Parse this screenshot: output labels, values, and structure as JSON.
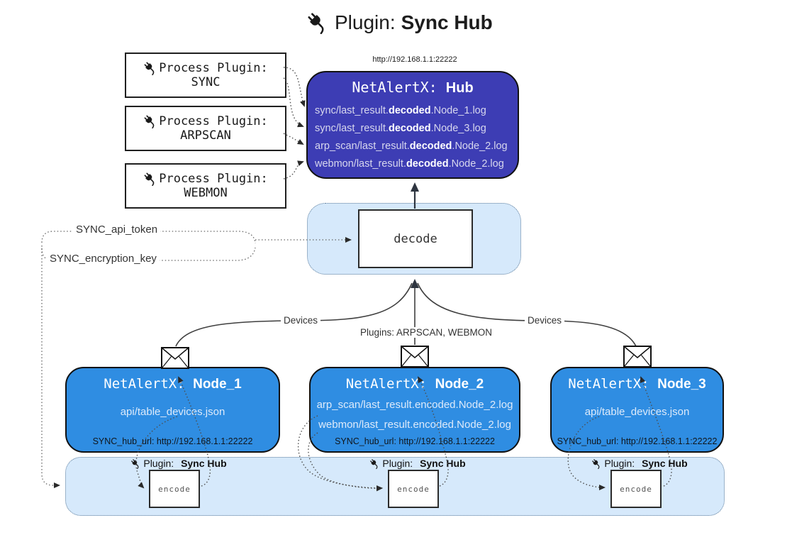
{
  "title": {
    "prefix": "Plugin:",
    "name": "Sync Hub"
  },
  "process_plugins": {
    "label": "Process Plugin:",
    "items": [
      {
        "name": "SYNC"
      },
      {
        "name": "ARPSCAN"
      },
      {
        "name": "WEBMON"
      }
    ]
  },
  "hub": {
    "url": "http://192.168.1.1:22222",
    "title_prefix": "NetAlertX:",
    "title_name": "Hub",
    "files": [
      {
        "pre": "sync/last_result.",
        "bold": "decoded",
        "post": ".Node_1.log"
      },
      {
        "pre": "sync/last_result.",
        "bold": "decoded",
        "post": ".Node_3.log"
      },
      {
        "pre": "arp_scan/last_result.",
        "bold": "decoded",
        "post": ".Node_2.log"
      },
      {
        "pre": "webmon/last_result.",
        "bold": "decoded",
        "post": ".Node_2.log"
      }
    ]
  },
  "decode_box": {
    "label": "decode"
  },
  "config": {
    "api_token": "SYNC_api_token",
    "encryption_key": "SYNC_encryption_key"
  },
  "edge_labels": {
    "devices_left": "Devices",
    "devices_right": "Devices",
    "plugins": "Plugins: ARPSCAN, WEBMON"
  },
  "nodes": [
    {
      "title_prefix": "NetAlertX:",
      "title_name": "Node_1",
      "files": [
        "api/table_devices.json"
      ],
      "hub_url": "SYNC_hub_url: http://192.168.1.1:22222"
    },
    {
      "title_prefix": "NetAlertX:",
      "title_name": "Node_2",
      "files": [
        "arp_scan/last_result.encoded.Node_2.log",
        "webmon/last_result.encoded.Node_2.log"
      ],
      "hub_url": "SYNC_hub_url: http://192.168.1.1:22222"
    },
    {
      "title_prefix": "NetAlertX:",
      "title_name": "Node_3",
      "files": [
        "api/table_devices.json"
      ],
      "hub_url": "SYNC_hub_url: http://192.168.1.1:22222"
    }
  ],
  "encode_section": {
    "plugin_prefix": "Plugin:",
    "plugin_name": "Sync Hub",
    "encode_label": "encode"
  },
  "colors": {
    "hub_fill": "#3d3db4",
    "node_fill": "#2f8de2",
    "container_fill": "#d6e9fb",
    "container_border": "#607d99"
  }
}
